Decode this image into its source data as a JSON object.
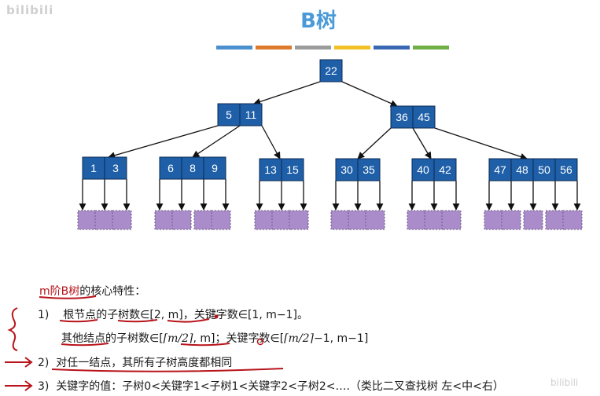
{
  "watermark": "bilibili",
  "title": "B树",
  "colors": {
    "node_fill": "#1f5fa8",
    "node_border": "#0b2a52",
    "leaf_fill": "#a98cc9",
    "leaf_border": "#6c5a86",
    "annotation_red": "#b8141b",
    "title_color": "#4a9ad8",
    "title_bar": [
      "#4b8fcf",
      "#dd7a2c",
      "#9b9b9b",
      "#f2c127",
      "#3a67b3",
      "#6faf45"
    ]
  },
  "tree": {
    "root": [
      "22"
    ],
    "level1": [
      [
        "5",
        "11"
      ],
      [
        "36",
        "45"
      ]
    ],
    "level2": [
      [
        "1",
        "3"
      ],
      [
        "6",
        "8",
        "9"
      ],
      [
        "13",
        "15"
      ],
      [
        "30",
        "35"
      ],
      [
        "40",
        "42"
      ],
      [
        "47",
        "48",
        "50",
        "56"
      ]
    ]
  },
  "text": {
    "heading_red": "m阶B树",
    "heading_rest": "的核心特性：",
    "item1_num": "1)",
    "item1_red": "根节点",
    "item1_a": "的",
    "item1_b": "子树数∈",
    "item1_c": "[2, m]",
    "item1_d": "，关键字数∈[1, m−1]。",
    "item1b_red": "其他结点",
    "item1b_a": "的子树数∈[",
    "item1b_math1": "⌈m/2⌉",
    "item1b_b": ", m]；关键字数∈[",
    "item1b_math2": "⌈m/2⌉",
    "item1b_c": "−1, m−1]",
    "item2_num": "2)",
    "item2_text": "对任一结点，其所有子树高度都相同",
    "item3_num": "3)",
    "item3_text": "关键字的值：子树0<关键字1<子树1<关键字2<子树2<….（类比二叉查找树 左<中<右）"
  }
}
